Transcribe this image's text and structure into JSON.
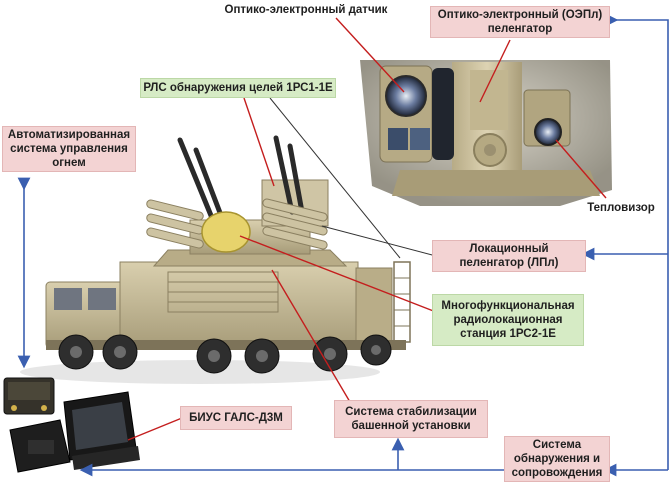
{
  "labels": {
    "oe_sensor": "Оптико-электронный датчик",
    "oepl": "Оптико-электронный (ОЭПл)\nпеленгатор",
    "rls": "РЛС обнаружения целей 1РС1-1Е",
    "asuo": "Автоматизированная\nсистема управления\nогнем",
    "teplovizor": "Тепловизор",
    "lpl": "Локационный\nпеленгатор (ЛПл)",
    "mrls": "Многофункциональная\nрадиолокационная\nстанция 1РС2-1Е",
    "bius": "БИУС ГАЛС-Д3М",
    "stab": "Система стабилизации\nбашенной установки",
    "sos": "Система\nобнаружения и\nсопровождения"
  },
  "colors": {
    "pink_box": "#f3d3d3",
    "green_box": "#d6ebc5",
    "connector_blue": "#3a5fb0",
    "pointer_red": "#c41e1e",
    "vehicle_tan": "#c8bc98"
  }
}
